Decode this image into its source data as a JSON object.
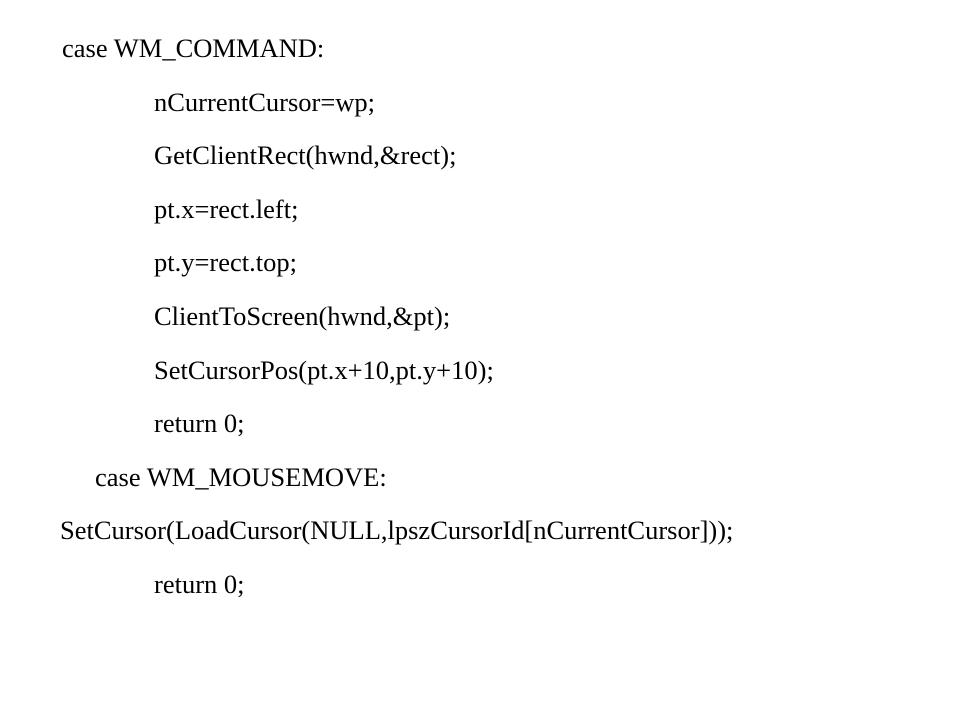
{
  "code": {
    "lines": [
      "case WM_COMMAND:",
      "nCurrentCursor=wp;",
      "GetClientRect(hwnd,&rect);",
      "pt.x=rect.left;",
      "pt.y=rect.top;",
      "ClientToScreen(hwnd,&pt);",
      "SetCursorPos(pt.x+10,pt.y+10);",
      "return 0;",
      "case WM_MOUSEMOVE:",
      "SetCursor(LoadCursor(NULL,lpszCursorId[nCurrentCursor]));",
      "return 0;"
    ]
  }
}
